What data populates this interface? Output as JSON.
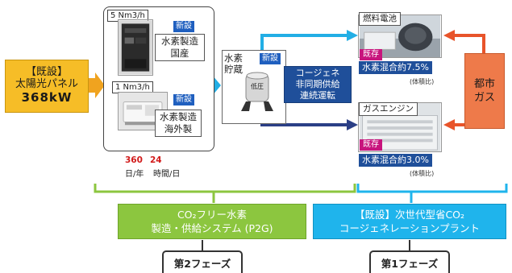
{
  "solar": {
    "line1": "【既設】",
    "line2": "太陽光パネル",
    "line3": "368kW"
  },
  "production": {
    "flow_top": "5 Nm3/h",
    "flow_bottom": "1 Nm3/h",
    "domestic": {
      "badge": "新設",
      "label1": "水素製造",
      "label2": "国産"
    },
    "overseas": {
      "badge": "新設",
      "label1": "水素製造",
      "label2": "海外製"
    },
    "stats": {
      "days_value": "360",
      "hours_value": "24",
      "days_unit": "日/年",
      "hours_unit": "時間/日"
    }
  },
  "storage": {
    "label1": "水素",
    "label2": "貯蔵",
    "badge": "新設",
    "tank_label": "低圧"
  },
  "cogen": {
    "line1": "コージェネ",
    "line2": "非同期供給",
    "line3": "連続運転"
  },
  "fuel_cell": {
    "title": "燃料電池",
    "badge": "既存",
    "mix": "水素混合約7.5%",
    "note": "(体積比)"
  },
  "gas_engine": {
    "title": "ガスエンジン",
    "badge": "既存",
    "mix": "水素混合約3.0%",
    "note": "(体積比)"
  },
  "city_gas": {
    "line1": "都市",
    "line2": "ガス"
  },
  "p2g": {
    "line1": "CO₂フリー水素",
    "line2": "製造・供給システム (P2G)"
  },
  "cogen_plant": {
    "line1": "【既設】次世代型省CO₂",
    "line2": "コージェネレーションプラント"
  },
  "phase2": "第2フェーズ",
  "phase1": "第1フェーズ",
  "colors": {
    "solar_yellow": "#f6bd27",
    "arrow_orange": "#f0a31f",
    "arrow_cyan": "#22aee5",
    "arrow_navy": "#2b3f86",
    "arrow_red": "#e8542a",
    "new_badge": "#1f5fbf",
    "exist_badge": "#c8147d",
    "green": "#8cc63f",
    "cyan": "#1fb4ec",
    "stat_red": "#d11a1a"
  }
}
